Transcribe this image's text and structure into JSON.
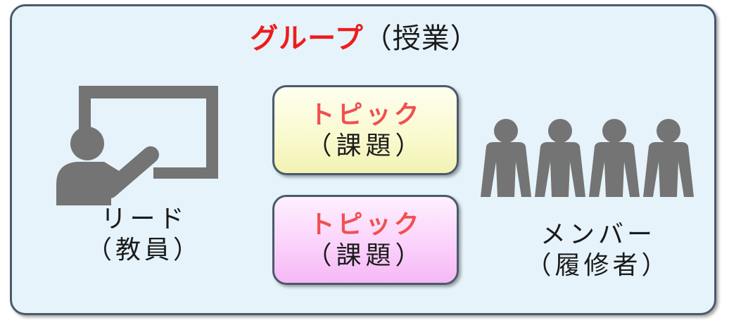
{
  "group": {
    "title_highlight": "グループ",
    "title_rest": "（授業）"
  },
  "lead": {
    "line1": "リード",
    "line2": "（教員）",
    "icon": "teacher-whiteboard-icon"
  },
  "topics": [
    {
      "title": "トピック",
      "subtitle": "（課題）",
      "color": "#fafad0"
    },
    {
      "title": "トピック",
      "subtitle": "（課題）",
      "color": "#fbd2fb"
    }
  ],
  "member": {
    "line1": "メンバー",
    "line2": "（履修者）",
    "icon": "students-group-icon"
  },
  "colors": {
    "accent_red": "#ee1c1c",
    "topic_title": "#f05050",
    "panel_bg": "#e6f3fa",
    "icon_gray": "#747474",
    "border": "#4a5a6c"
  }
}
